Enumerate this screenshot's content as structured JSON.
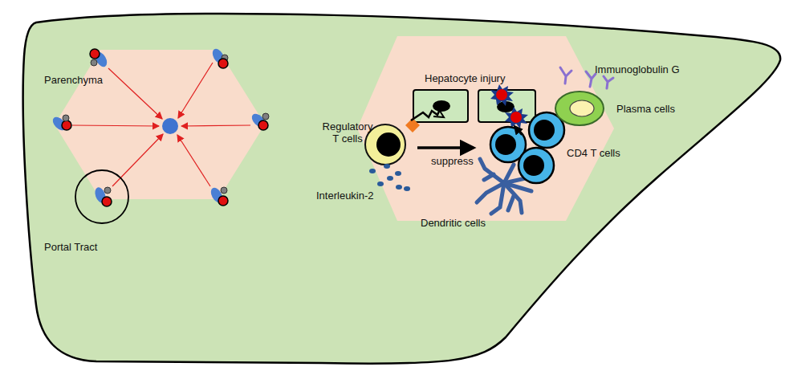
{
  "diagram": {
    "labels": [
      "Parenchyma",
      "Portal Tract",
      "Hepatocyte injury",
      "Regulatory T cells",
      "suppress",
      "Interleukin-2",
      "Dendritic cells",
      "CD4 T cells",
      "Immunoglobulin G",
      "Plasma cells"
    ]
  }
}
